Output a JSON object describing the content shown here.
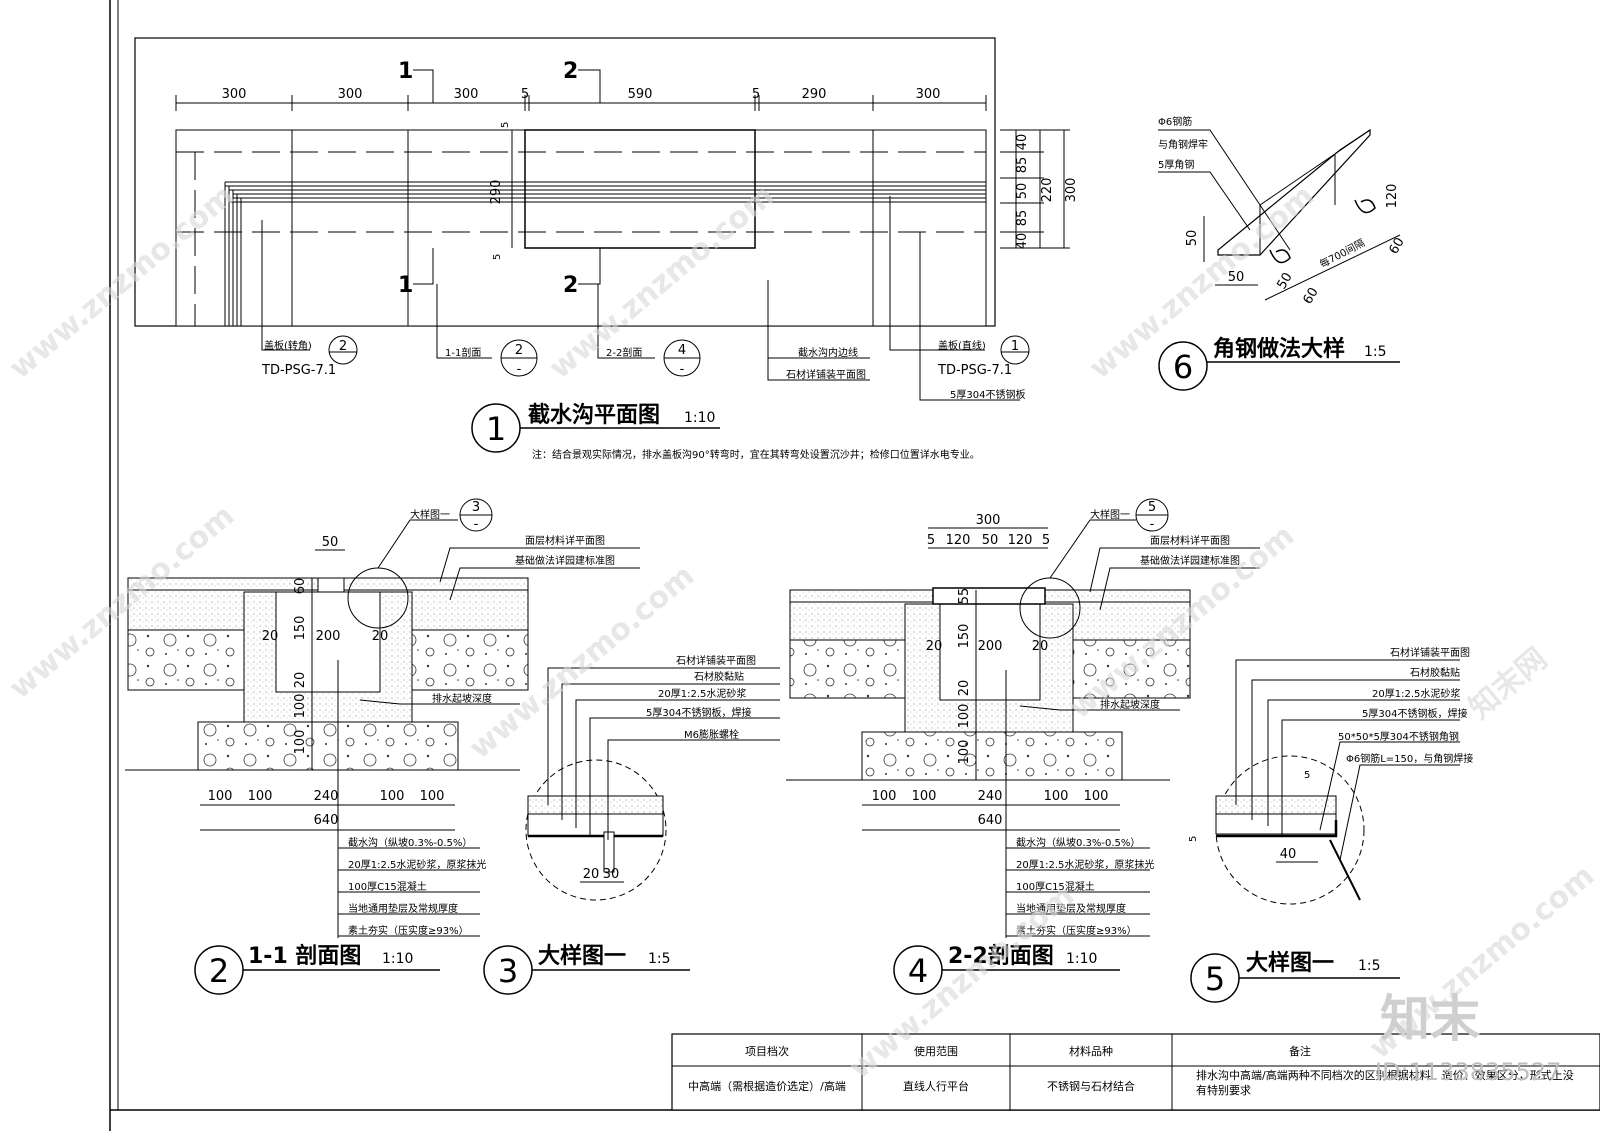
{
  "plan": {
    "dims_top": [
      "300",
      "300",
      "300",
      "5",
      "590",
      "5",
      "290",
      "300"
    ],
    "dims_right": [
      "40",
      "85",
      "50",
      "85",
      "40"
    ],
    "dims_right_mid": [
      "220",
      "300"
    ],
    "dim_inner_height": "290",
    "dim_small_5a": "5",
    "dim_small_5b": "5",
    "section_mark_1": "1",
    "section_mark_2": "2",
    "labels": {
      "cover_turn": "盖板(转角)",
      "cover_turn_ref_num": "2",
      "cover_turn_ref_code": "TD-PSG-7.1",
      "sec11": "1-1剖面",
      "sec11_num": "2",
      "sec11_dash": "-",
      "sec22": "2-2剖面",
      "sec22_num": "4",
      "sec22_dash": "-",
      "inner_line": "截水沟内边线",
      "stone_plan": "石材详铺装平面图",
      "cover_straight": "盖板(直线)",
      "cover_straight_ref_num": "1",
      "cover_straight_ref_code": "TD-PSG-7.1",
      "steel": "5厚304不锈钢板"
    },
    "title_num": "1",
    "title": "截水沟平面图",
    "scale": "1:10",
    "note": "注：结合景观实际情况，排水盖板沟90°转弯时，宜在其转弯处设置沉沙井；检修口位置详水电专业。"
  },
  "angle_detail": {
    "labels": [
      "Φ6钢筋",
      "与角钢焊牢",
      "5厚角钢"
    ],
    "dims": [
      "50",
      "50",
      "120",
      "50",
      "60",
      "每700间隔",
      "60"
    ],
    "title_num": "6",
    "title": "角钢做法大样",
    "scale": "1:5"
  },
  "section11": {
    "ref_label": "大样图一",
    "ref_num": "3",
    "ref_dash": "-",
    "top_dim": "50",
    "labels": [
      "面层材料详平面图",
      "基础做法详园建标准图",
      "排水起坡深度"
    ],
    "vdims": [
      "60",
      "150",
      "20",
      "100",
      "100"
    ],
    "hdims_inner": [
      "20",
      "200",
      "20"
    ],
    "bottom_dims": [
      "100",
      "100",
      "240",
      "100",
      "100"
    ],
    "total": "640",
    "callouts": [
      "截水沟（纵坡0.3%-0.5%）",
      "20厚1:2.5水泥砂浆，原浆抹光",
      "100厚C15混凝土",
      "当地通用垫层及常规厚度",
      "素土夯实（压实度≥93%）"
    ],
    "title_num": "2",
    "title": "1-1 剖面图",
    "scale": "1:10"
  },
  "detail3": {
    "labels": [
      "石材详铺装平面图",
      "石材胶黏贴",
      "20厚1:2.5水泥砂浆",
      "5厚304不锈钢板，焊接",
      "M6膨胀螺栓"
    ],
    "dims": [
      "20",
      "30"
    ],
    "title_num": "3",
    "title": "大样图一",
    "scale": "1:5"
  },
  "section22": {
    "ref_label": "大样图一",
    "ref_num": "5",
    "ref_dash": "-",
    "top_total": "300",
    "top_dims": [
      "5",
      "120",
      "50",
      "120",
      "5"
    ],
    "labels": [
      "面层材料详平面图",
      "基础做法详园建标准图",
      "排水起坡深度"
    ],
    "vdims": [
      "55",
      "150",
      "20",
      "100",
      "100"
    ],
    "hdims_inner": [
      "20",
      "200",
      "20"
    ],
    "bottom_dims": [
      "100",
      "100",
      "240",
      "100",
      "100"
    ],
    "total": "640",
    "callouts": [
      "截水沟（纵坡0.3%-0.5%）",
      "20厚1:2.5水泥砂浆，原浆抹光",
      "100厚C15混凝土",
      "当地通用垫层及常规厚度",
      "素土夯实（压实度≥93%）"
    ],
    "title_num": "4",
    "title": "2-2剖面图",
    "scale": "1:10"
  },
  "detail5": {
    "labels": [
      "石材详铺装平面图",
      "石材胶黏贴",
      "20厚1:2.5水泥砂浆",
      "5厚304不锈钢板，焊接",
      "50*50*5厚304不锈钢角钢",
      "Φ6钢筋L=150，与角钢焊接"
    ],
    "dims": [
      "5",
      "5",
      "40"
    ],
    "title_num": "5",
    "title": "大样图一",
    "scale": "1:5"
  },
  "table": {
    "headers": [
      "项目档次",
      "使用范围",
      "材料品种",
      "备注"
    ],
    "row": [
      "中高端（需根据造价选定）/高端",
      "直线人行平台",
      "不锈钢与石材结合",
      "排水沟中高端/高端两种不同档次的区别根据材料、造价、效果区分，形式上没有特别要求"
    ]
  },
  "watermark": {
    "site": "www.znzmo.com",
    "brand": "知末网",
    "logo": "知末",
    "id": "ID:1133835527"
  }
}
